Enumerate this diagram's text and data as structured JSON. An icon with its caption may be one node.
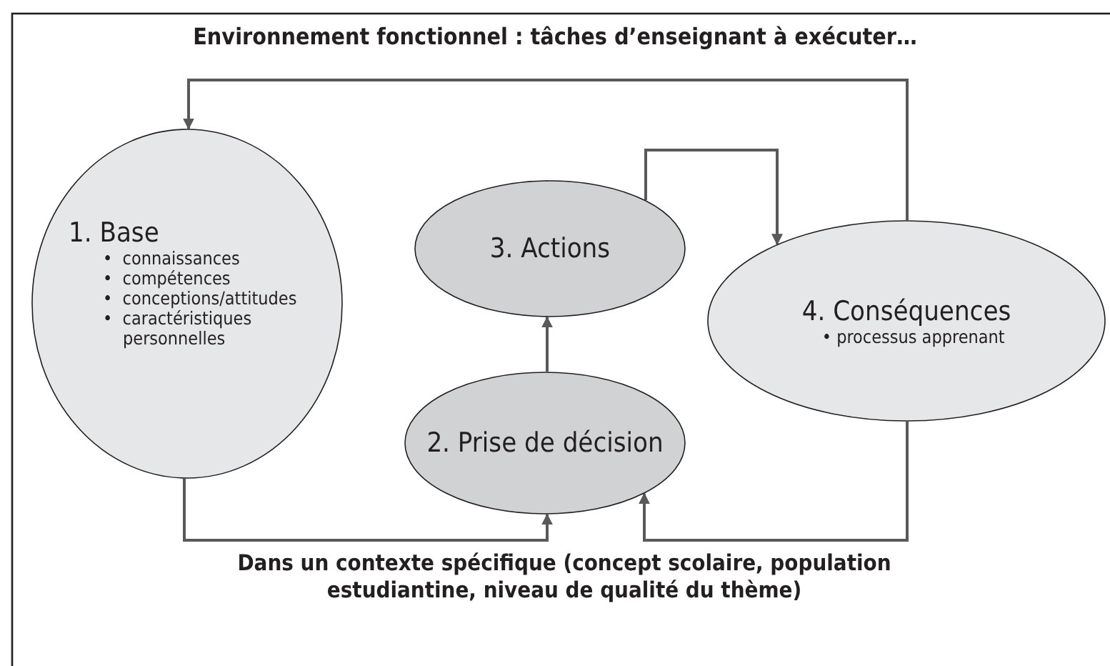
{
  "diagram": {
    "title": "Environnement fonctionnel : tâches d’enseignant à exécuter…",
    "nodes": [
      {
        "text": [
          "1. Base",
          "•  connaissances",
          "•  compétences",
          "•  conceptions/attitudes",
          "•  caractéristiques personnelles"
        ]
      },
      {
        "text": [
          "3. Actions"
        ]
      },
      {
        "text": [
          "4. Conséquences",
          "• processus apprenant"
        ]
      },
      {
        "text": [
          "2. Prise de décision"
        ]
      }
    ],
    "edges": [
      {
        "from": 2,
        "to": 0,
        "arrow": "to"
      },
      {
        "from": 1,
        "to": 2,
        "arrow": "to"
      },
      {
        "from": 3,
        "to": 1,
        "arrow": "to"
      },
      {
        "from": 0,
        "to": 3,
        "arrow": "to"
      },
      {
        "from": 2,
        "to": 3,
        "arrow": "to"
      }
    ],
    "labels": [
      "Dans un contexte spécifique (concept scolaire, population estudiantine, niveau de qualité du thème)"
    ]
  }
}
